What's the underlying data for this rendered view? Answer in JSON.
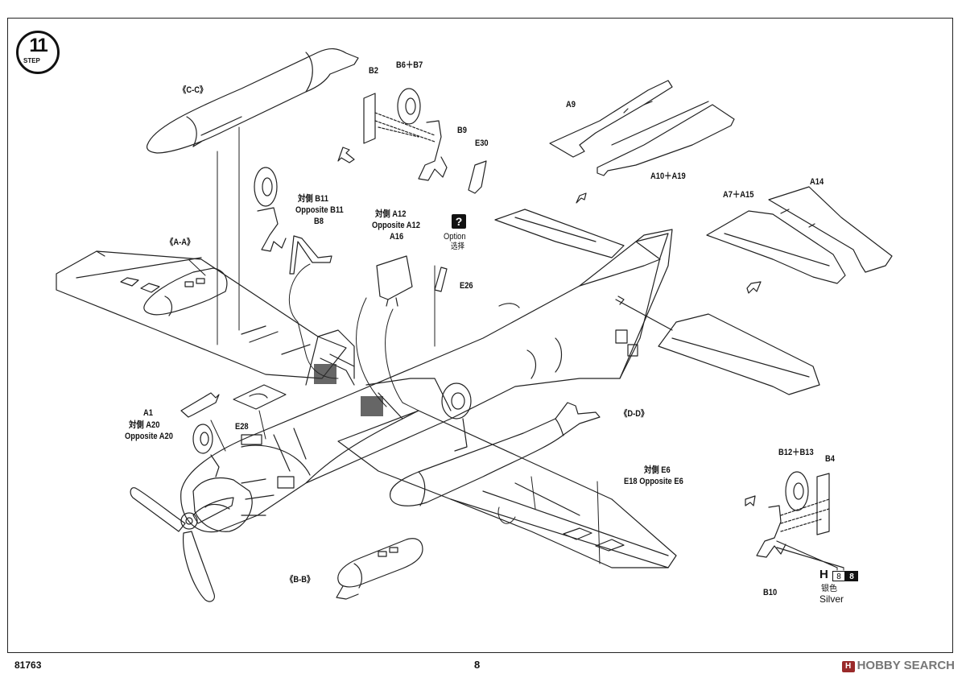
{
  "step": {
    "number": "11",
    "word": "STEP"
  },
  "labels": {
    "cc": "《C-C》",
    "aa": "《A-A》",
    "bb": "《B-B》",
    "dd": "《D-D》",
    "b2": "B2",
    "b6b7": "B6＋B7",
    "b9": "B9",
    "e30": "E30",
    "a9": "A9",
    "a10a19": "A10＋A19",
    "a7a15": "A7＋A15",
    "a14": "A14",
    "opp_b11_cn": "対側 B11",
    "opp_b11_en": "Opposite B11",
    "b8": "B8",
    "opp_a12_cn": "対側 A12",
    "opp_a12_en": "Opposite A12",
    "a16": "A16",
    "option_en": "Option",
    "option_cn": "选择",
    "e26": "E26",
    "a1": "A1",
    "opp_a20_cn": "対側 A20",
    "opp_a20_en": "Opposite A20",
    "e28": "E28",
    "opp_e6_cn": "対側 E6",
    "e18_opp_e6": "E18 Opposite E6",
    "b12b13": "B12＋B13",
    "b4": "B4",
    "b10": "B10",
    "paint_letter": "H",
    "paint_code_a": "8",
    "paint_code_b": "8",
    "paint_cn": "银色",
    "paint_en": "Silver"
  },
  "option_icon": "?",
  "footer": {
    "kit_number": "81763",
    "page_number": "8"
  },
  "watermark": {
    "logo": "H",
    "text": "HOBBY SEARCH"
  },
  "colors": {
    "ink": "#111111",
    "watermark": "#777777",
    "watermark_logo": "#9a2a2a"
  }
}
